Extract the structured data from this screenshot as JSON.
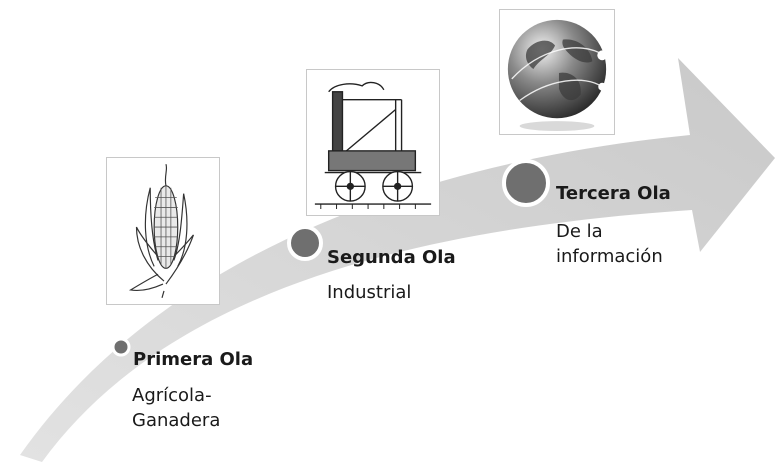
{
  "colors": {
    "arrow_fill": "#cfcfcf",
    "marker_fill": "#6f6f6f",
    "marker_ring": "#ffffff",
    "text": "#1a1a1a"
  },
  "waves": [
    {
      "title": "Primera Ola",
      "subtitle": "Agrícola-\nGanadera",
      "icon": "corn-cob-icon"
    },
    {
      "title": "Segunda Ola",
      "subtitle": "Industrial",
      "icon": "steam-locomotive-icon"
    },
    {
      "title": "Tercera Ola",
      "subtitle": "De la\ninformación",
      "icon": "globe-icon"
    }
  ]
}
